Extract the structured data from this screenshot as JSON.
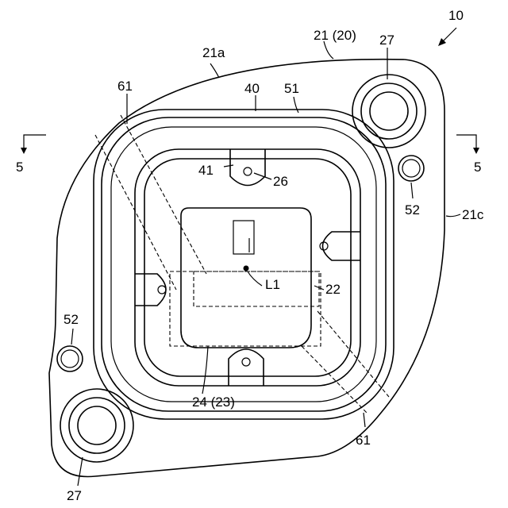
{
  "figure": {
    "reference_numeral": "10",
    "labels": {
      "body": "21 (20)",
      "body_face": "21a",
      "body_side": "21c",
      "mount_tl": "27",
      "mount_br": "27",
      "pin_right": "52",
      "pin_left": "52",
      "band_tr": "61",
      "band_br": "61",
      "frame": "40",
      "groove": "51",
      "tab": "41",
      "hole": "26",
      "center": "L1",
      "chip": "22",
      "coil": "24 (23)",
      "section_left": "5",
      "section_right": "5"
    }
  }
}
